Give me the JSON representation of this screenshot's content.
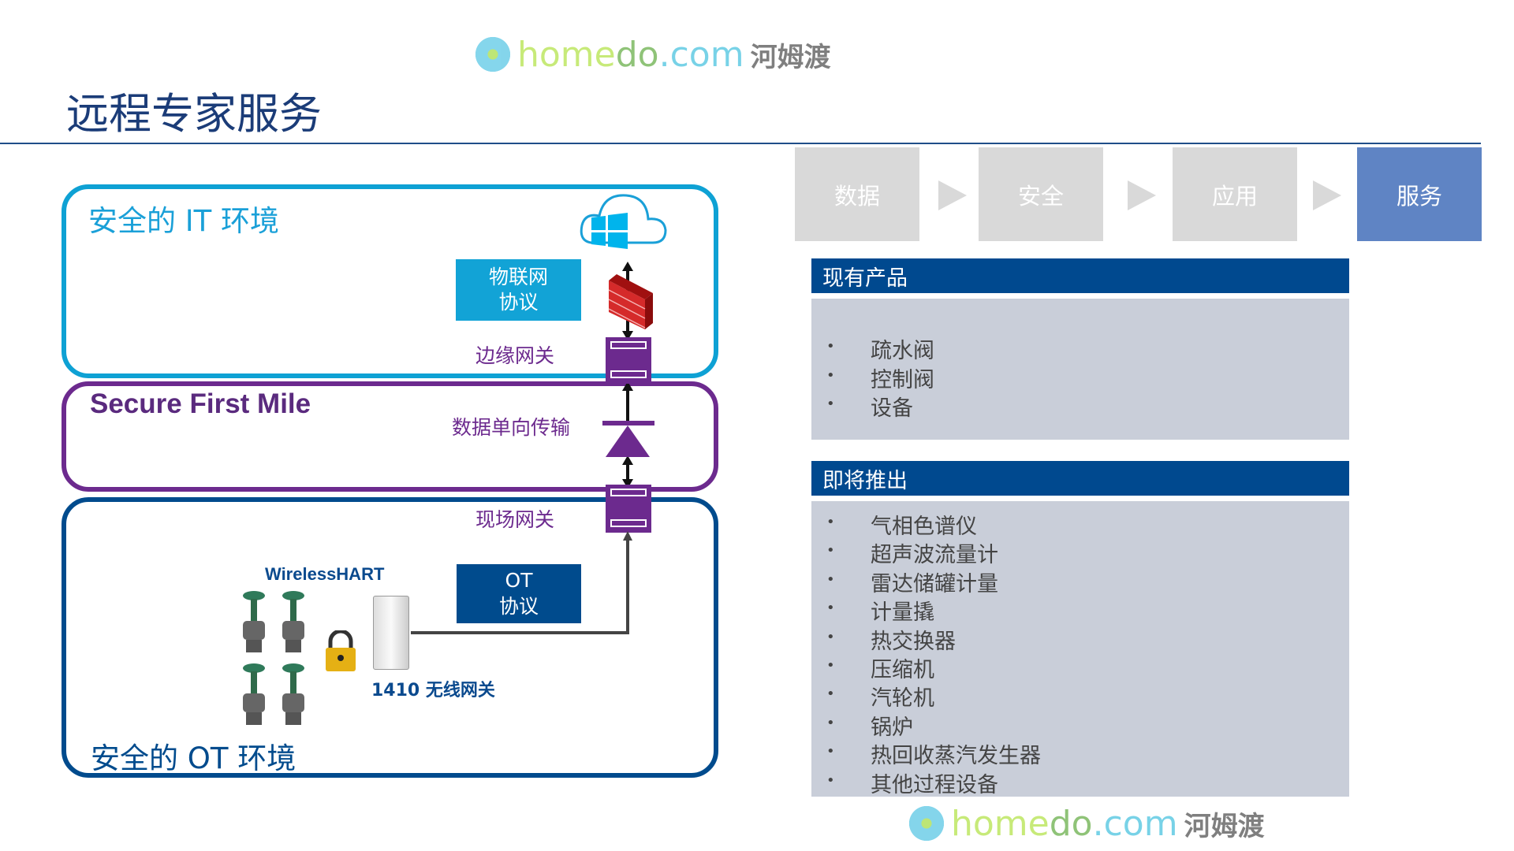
{
  "title": "远程专家服务",
  "steps": [
    "数据",
    "安全",
    "应用",
    "服务"
  ],
  "current_products": {
    "header": "现有产品",
    "items": [
      "疏水阀",
      "控制阀",
      "设备"
    ]
  },
  "upcoming": {
    "header": "即将推出",
    "items": [
      "气相色谱仪",
      "超声波流量计",
      "雷达储罐计量",
      "计量撬",
      "热交换器",
      "压缩机",
      "汽轮机",
      "锅炉",
      "热回收蒸汽发生器",
      "其他过程设备"
    ]
  },
  "diagram": {
    "it_zone": "安全的 IT 环境",
    "sfm_zone": "Secure First Mile",
    "ot_zone": "安全的 OT 环境",
    "iot_protocol": [
      "物联网",
      "协议"
    ],
    "edge_gateway": "边缘网关",
    "one_way": "数据单向传输",
    "field_gateway": "现场网关",
    "ot_protocol": [
      "OT",
      "协议"
    ],
    "wirelesshart": "WirelessHART",
    "wireless_gateway": "1410 无线网关"
  },
  "watermark": {
    "a": "home",
    "b": "do",
    "c": ".com",
    "z": "河姆渡"
  },
  "colors": {
    "it": "#0ea1d4",
    "sfm": "#6c2a8e",
    "ot": "#004b8d",
    "header": "#00498f",
    "active_step": "#5f84c4"
  }
}
